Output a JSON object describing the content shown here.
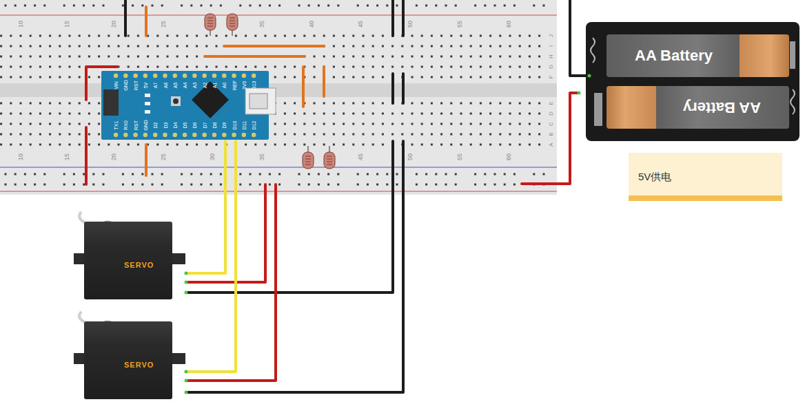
{
  "diagram": {
    "nodes": [
      {
        "text": [
          "AA Battery"
        ]
      },
      {
        "text": [
          "AA Battery"
        ]
      },
      {
        "text": [
          "5V供电"
        ]
      },
      {
        "text": [
          "SERVO"
        ]
      },
      {
        "text": [
          "SERVO"
        ]
      }
    ],
    "labels": [
      "10",
      "15",
      "20",
      "25",
      "35",
      "40",
      "45",
      "50",
      "55",
      "60",
      "J",
      "I",
      "H",
      "G",
      "F",
      "E",
      "D",
      "C",
      "B",
      "A",
      "VIN",
      "GND",
      "RST",
      "5V",
      "A7",
      "A6",
      "A5",
      "A4",
      "A3",
      "A2",
      "A1",
      "A0",
      "REF",
      "3V3",
      "D13",
      "TX1",
      "RX0",
      "RST",
      "GND",
      "D2",
      "D3",
      "D4",
      "D5",
      "D6",
      "D7",
      "D8",
      "D9",
      "D10",
      "D11",
      "D12",
      "10",
      "15",
      "20",
      "25",
      "30",
      "35",
      "45",
      "50",
      "55",
      "60"
    ]
  }
}
